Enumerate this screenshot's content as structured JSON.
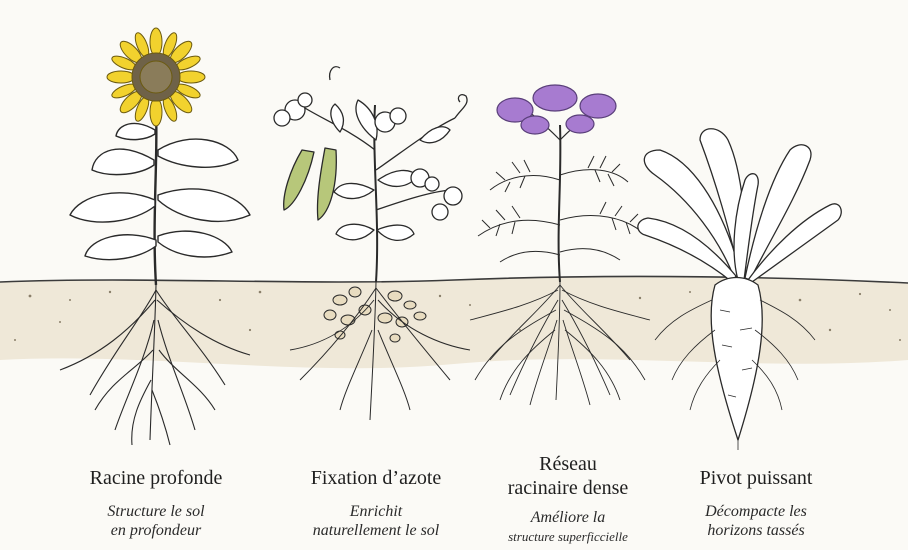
{
  "plants": [
    {
      "title": "Racine profonde",
      "description_lines": [
        "Structure le sol",
        "en profondeur"
      ],
      "icon": "sunflower-icon",
      "flower_color": "#f2d22e"
    },
    {
      "title": "Fixation d’azote",
      "description_lines": [
        "Enrichit",
        "naturellement le sol"
      ],
      "icon": "pea-plant-icon",
      "pod_color": "#b7c77a"
    },
    {
      "title_lines": [
        "Réseau",
        "racinaire dense"
      ],
      "description_lines": [
        "Améliore la",
        "structure superficcielle"
      ],
      "icon": "phacelia-icon",
      "flower_color": "#a77bd0"
    },
    {
      "title": "Pivot puissant",
      "description_lines": [
        "Décompacte les",
        "horizons tassés"
      ],
      "icon": "radish-icon"
    }
  ],
  "colors": {
    "ink": "#2a2a2a",
    "soil": "#efe8d8",
    "leaf": "#ffffff"
  }
}
